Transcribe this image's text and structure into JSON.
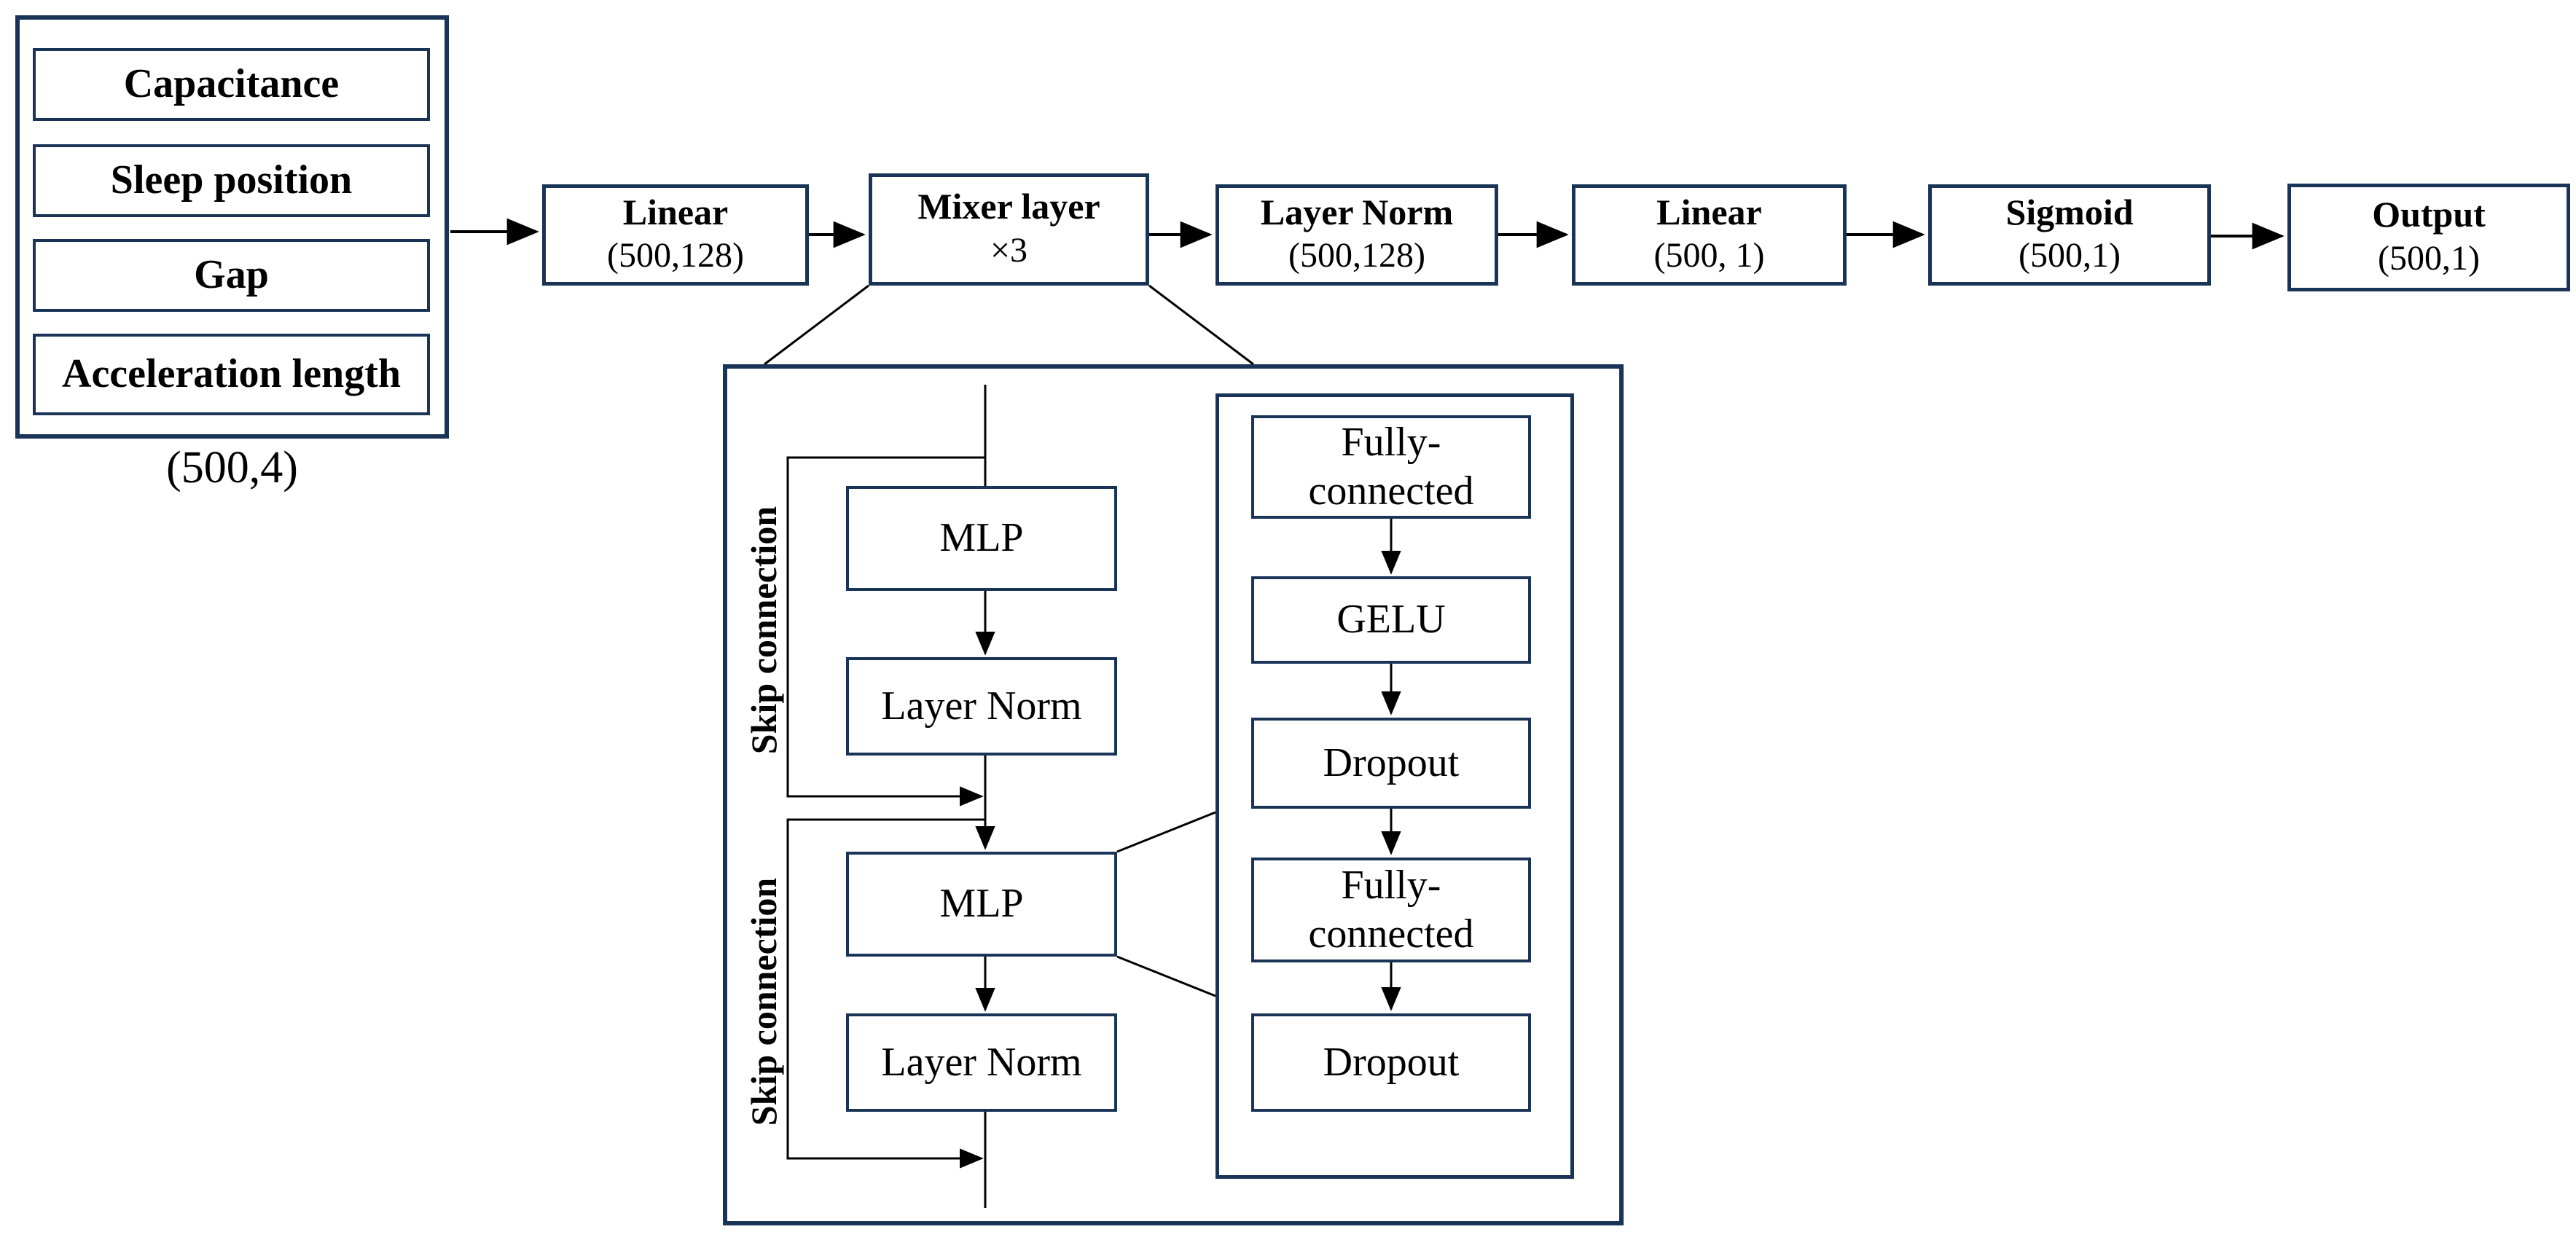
{
  "diagram": {
    "input_block": {
      "features": [
        "Capacitance",
        "Sleep position",
        "Gap",
        "Acceleration length"
      ],
      "shape_label": "(500,4)"
    },
    "pipeline": [
      {
        "title": "Linear",
        "shape": "(500,128)"
      },
      {
        "title": "Mixer layer",
        "shape": "×3"
      },
      {
        "title": "Layer Norm",
        "shape": "(500,128)"
      },
      {
        "title": "Linear",
        "shape": "(500, 1)"
      },
      {
        "title": "Sigmoid",
        "shape": "(500,1)"
      },
      {
        "title": "Output",
        "shape": "(500,1)"
      }
    ],
    "mixer_detail": {
      "skip_labels": [
        "Skip connection",
        "Skip connection"
      ],
      "token_blocks": [
        "MLP",
        "Layer Norm",
        "MLP",
        "Layer Norm"
      ],
      "mlp_expansion_blocks": [
        "Fully-\nconnected",
        "GELU",
        "Dropout",
        "Fully-\nconnected",
        "Dropout"
      ]
    },
    "colors": {
      "box_border": "#1a3457",
      "connector": "#000000",
      "text": "#000000",
      "background": "#ffffff"
    }
  }
}
